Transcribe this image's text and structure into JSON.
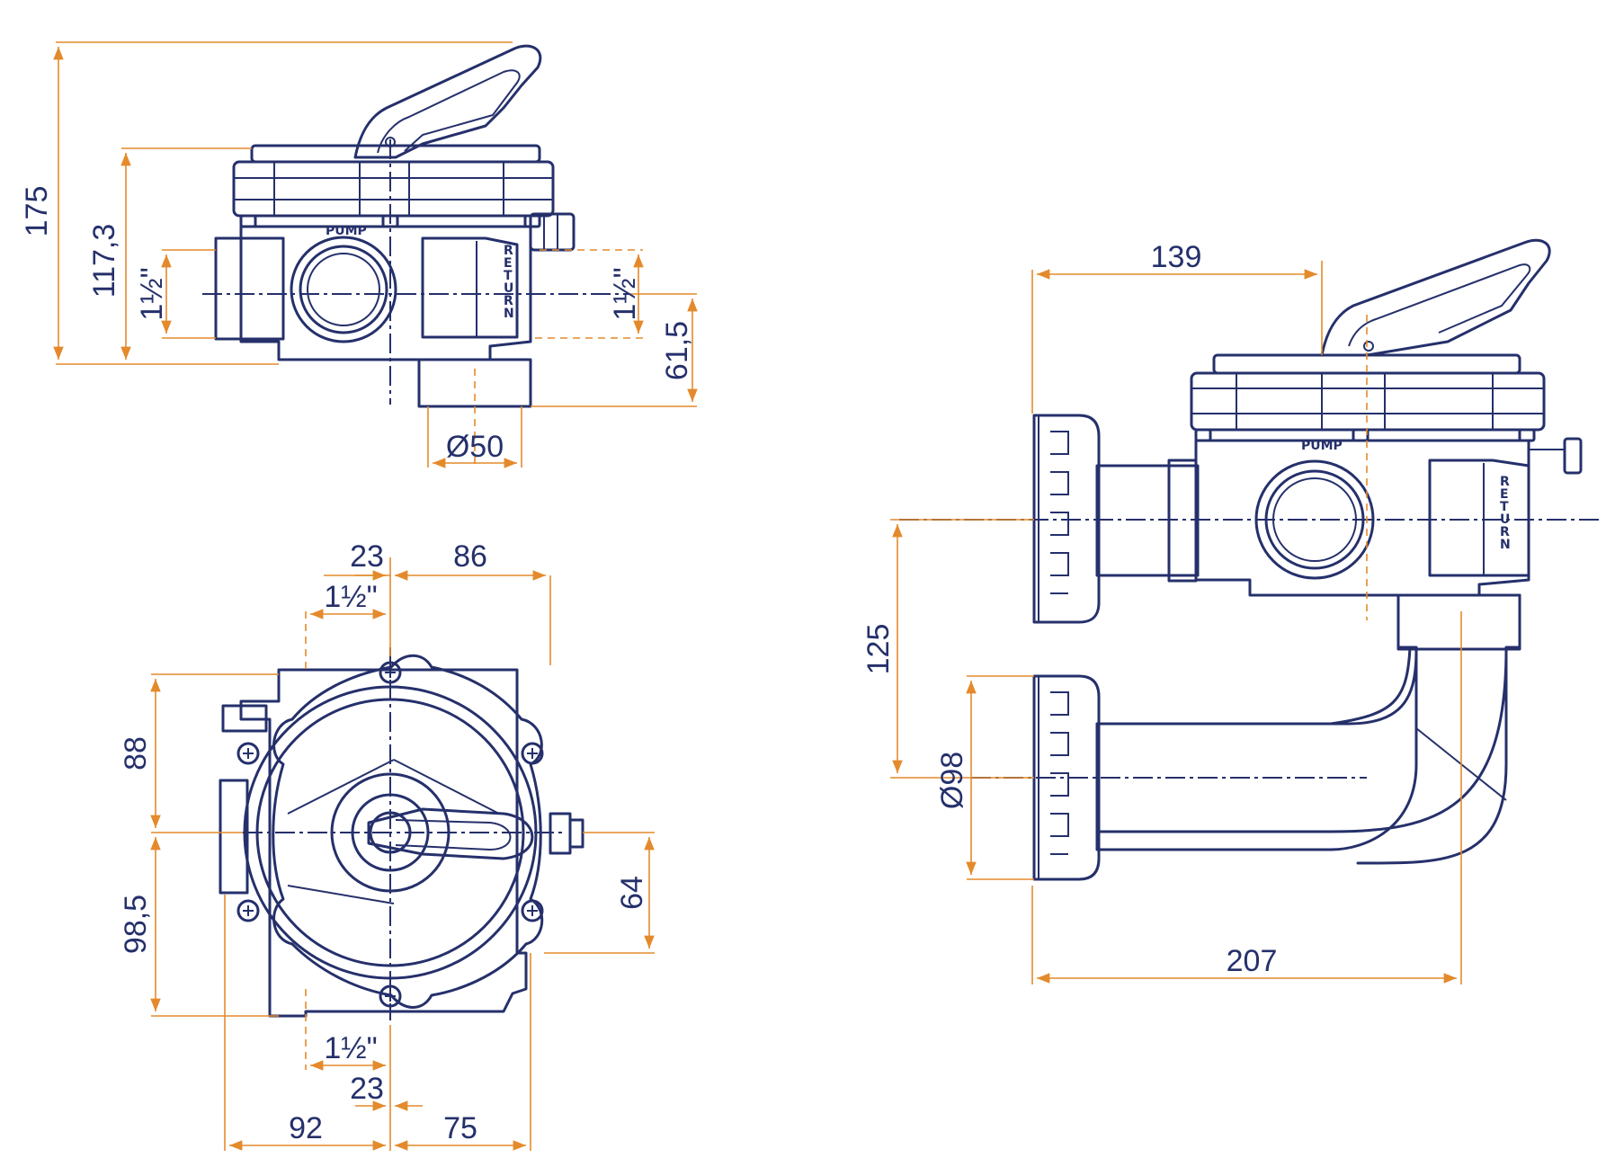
{
  "labels": {
    "pump": "PUMP",
    "return": "RETURN"
  },
  "top_view_dims": {
    "h_total": "175",
    "h_body": "117,3",
    "inlet_left": "1½\"",
    "inlet_right": "1½\"",
    "h_outlet": "61,5",
    "outlet_dia": "Ø50"
  },
  "front_view_dims": {
    "top_23": "23",
    "top_86": "86",
    "top_inch": "1½\"",
    "left_88": "88",
    "left_985": "98,5",
    "right_64": "64",
    "bottom_inch": "1½\"",
    "bottom_23": "23",
    "bottom_92": "92",
    "bottom_75": "75"
  },
  "side_view_dims": {
    "w_139": "139",
    "h_125": "125",
    "dia_98": "Ø98",
    "w_207": "207"
  },
  "colors": {
    "ink": "#25306b",
    "dimension": "#e48a2b"
  }
}
